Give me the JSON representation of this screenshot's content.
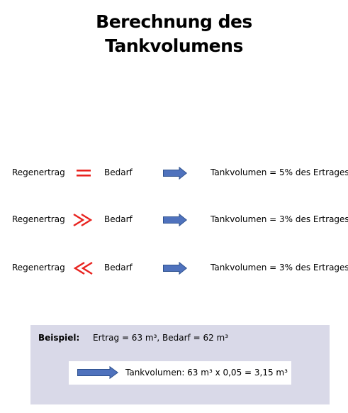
{
  "title": {
    "line1": "Berechnung des",
    "line2": "Tankvolumens"
  },
  "rows": [
    {
      "left": "Regenertrag",
      "relation": "equal",
      "middle": "Bedarf",
      "right": "Tankvolumen = 5% des Ertrages"
    },
    {
      "left": "Regenertrag",
      "relation": "much-greater",
      "middle": "Bedarf",
      "right": "Tankvolumen = 3% des Ertrages"
    },
    {
      "left": "Regenertrag",
      "relation": "much-less",
      "middle": "Bedarf",
      "right": "Tankvolumen = 3% des Ertrages"
    }
  ],
  "example": {
    "label": "Beispiel:",
    "text": "Ertrag = 63 m³, Bedarf = 62 m³",
    "result": "Tankvolumen: 63 m³ x 0,05 = 3,15 m³"
  },
  "colors": {
    "relation": "#e8231f",
    "arrow_fill": "#4f72bd",
    "arrow_stroke": "#2f528f",
    "example_bg": "#d9d9e8"
  },
  "icons": {
    "relation_equal": "equals-sign-icon",
    "relation_much_greater": "much-greater-than-icon",
    "relation_much_less": "much-less-than-icon",
    "arrow": "right-arrow-icon"
  }
}
